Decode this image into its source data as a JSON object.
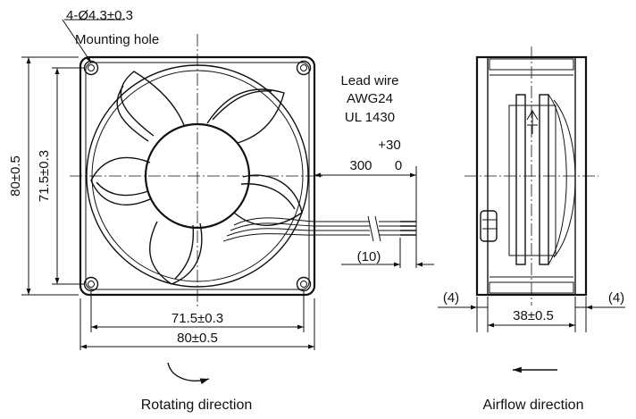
{
  "labels": {
    "mounting_hole_spec": "4-Ø4.3±0.3",
    "mounting_hole": "Mounting hole",
    "lead_wire_line1": "Lead wire",
    "lead_wire_line2": "AWG24",
    "lead_wire_line3": "UL 1430",
    "lead_tol_upper": "+30",
    "lead_length": "300",
    "lead_tol_lower": "0",
    "strip_length": "(10)",
    "height_outer": "80±0.5",
    "height_holes": "71.5±0.3",
    "width_holes": "71.5±0.3",
    "width_outer": "80±0.5",
    "side_left_offset": "(4)",
    "side_right_offset": "(4)",
    "side_depth": "38±0.5",
    "rotating_direction": "Rotating direction",
    "airflow_direction": "Airflow direction"
  }
}
